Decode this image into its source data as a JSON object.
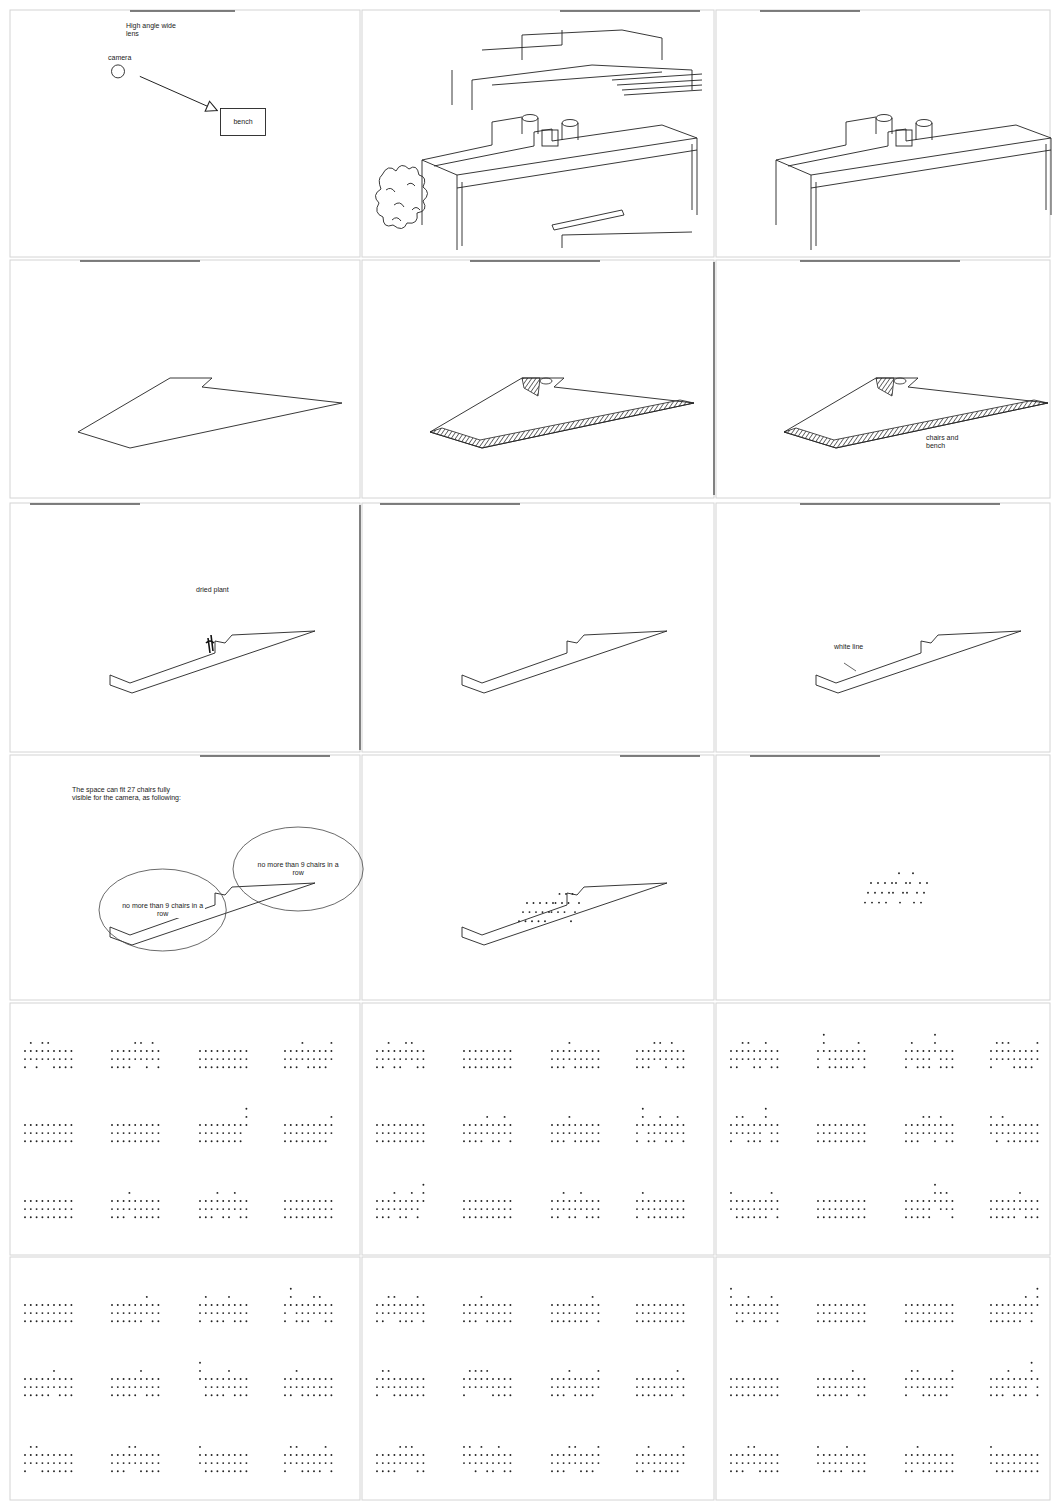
{
  "diagram": {
    "nodes": [
      {
        "text": [
          "camera"
        ]
      },
      {
        "text": [
          "bench"
        ]
      },
      {
        "text": [
          "no more than 9 chairs in a row"
        ]
      },
      {
        "text": [
          "no more than 9 chairs in a row"
        ]
      }
    ],
    "edges": [
      {
        "from": 0,
        "to": 1,
        "arrow": "to"
      }
    ],
    "labels": [
      "High angle wide lens",
      "chairs and bench",
      "dried plant",
      "white line",
      "The space can fit 27 chairs fully visible for the camera, as following:"
    ]
  }
}
